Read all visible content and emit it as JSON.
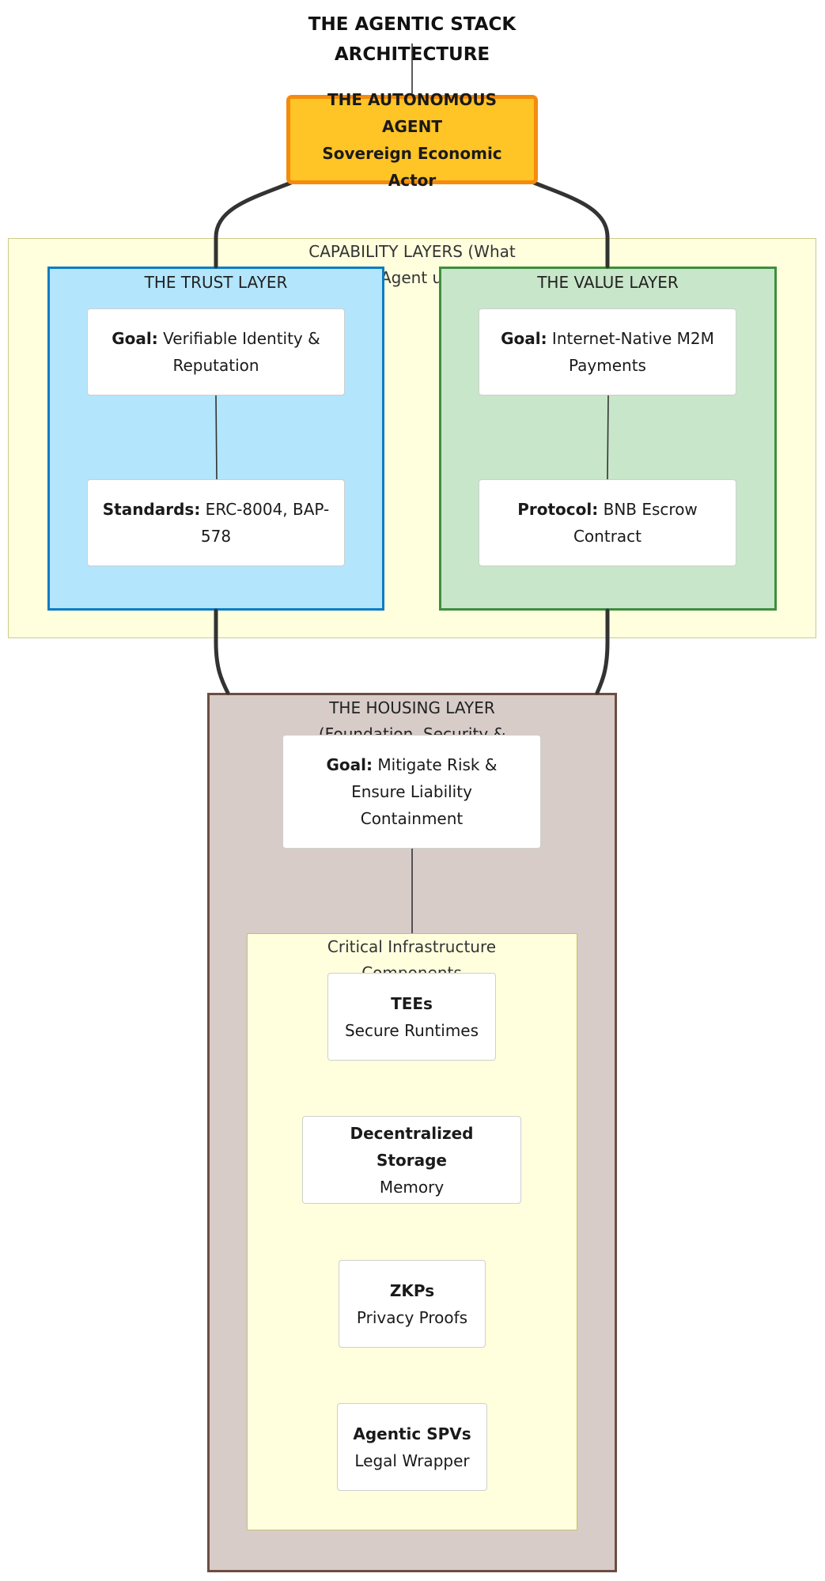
{
  "title": {
    "line1": "THE AGENTIC STACK",
    "line2": "ARCHITECTURE"
  },
  "agent": {
    "line1": "THE AUTONOMOUS AGENT",
    "line2": "Sovereign Economic Actor"
  },
  "capability": {
    "label_line1": "CAPABILITY LAYERS (What",
    "label_line2": "the Agent uses)"
  },
  "trust": {
    "label": "THE TRUST LAYER",
    "goal": {
      "key": "Goal:",
      "text": " Verifiable Identity & Reputation"
    },
    "standards": {
      "key": "Standards:",
      "text": " ERC-8004, BAP-578"
    }
  },
  "value": {
    "label": "THE VALUE LAYER",
    "goal": {
      "key": "Goal:",
      "text": " Internet-Native M2M Payments"
    },
    "protocol": {
      "key": "Protocol:",
      "text": " BNB Escrow Contract"
    }
  },
  "housing": {
    "label_line1": "THE HOUSING LAYER",
    "label_line2": "(Foundation, Security &",
    "goal": {
      "key": "Goal:",
      "text": " Mitigate Risk & Ensure Liability Containment"
    }
  },
  "infra": {
    "label_line1": "Critical Infrastructure",
    "label_line2": "Components",
    "items": [
      {
        "name": "TEEs",
        "desc": "Secure Runtimes"
      },
      {
        "name": "Decentralized Storage",
        "desc": "Memory"
      },
      {
        "name": "ZKPs",
        "desc": "Privacy Proofs"
      },
      {
        "name": "Agentic SPVs",
        "desc": "Legal Wrapper"
      }
    ]
  },
  "colors": {
    "agent_fill": "#ffc425",
    "agent_border": "#f58b0c",
    "capability_fill": "#ffffde",
    "capability_border": "#cccc88",
    "trust_fill": "#b3e5fc",
    "trust_border": "#0b7cc4",
    "value_fill": "#c8e6c9",
    "value_border": "#3e8e41",
    "housing_fill": "#d7ccc8",
    "housing_border": "#6d4c41",
    "infra_fill": "#ffffde",
    "infra_border": "#c4c46a",
    "edge": "#333333"
  }
}
